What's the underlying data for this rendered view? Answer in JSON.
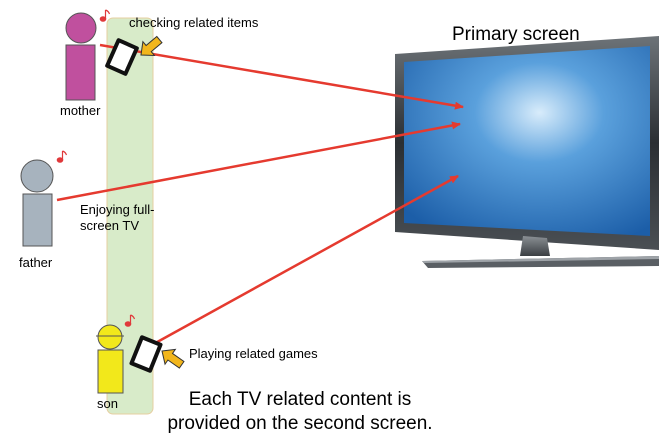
{
  "primary_screen_label": "Primary screen",
  "people": {
    "mother": "mother",
    "father": "father",
    "son": "son"
  },
  "notes": {
    "checking": "checking related items",
    "enjoying_line1": "Enjoying full-",
    "enjoying_line2": "screen TV",
    "playing": "Playing related games"
  },
  "caption": {
    "line1": "Each TV related content is",
    "line2": "provided on the second screen."
  },
  "colors": {
    "mother": "#c0509e",
    "father": "#a7b3be",
    "son": "#f2e81b",
    "second_screen_zone": "#d8ebc9",
    "arrow": "#e53a2f",
    "pointer": "#f2b61c",
    "music_note": "#e0393b",
    "tv_screen": "#2f7ac4"
  },
  "icons": {
    "person": "person-icon",
    "tablet": "tablet-icon",
    "tv": "tv-icon",
    "note": "music-note-icon",
    "pointer": "pointer-arrow-icon"
  }
}
